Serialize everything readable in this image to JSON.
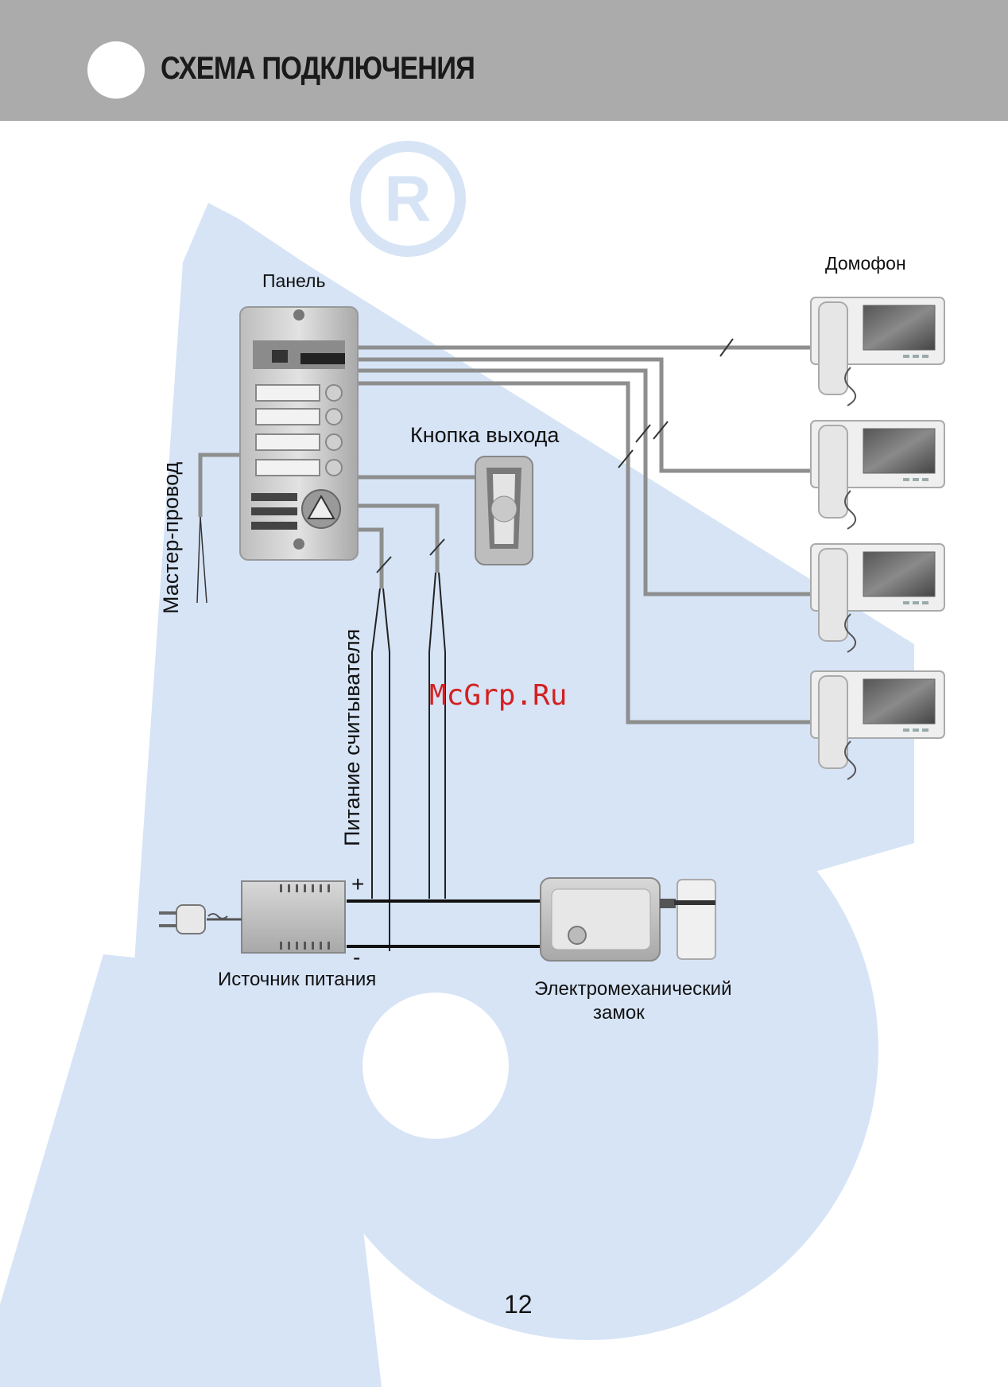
{
  "header": {
    "title": "СХЕМА ПОДКЛЮЧЕНИЯ"
  },
  "labels": {
    "panel": "Панель",
    "intercom": "Домофон",
    "exit_button": "Кнопка выхода",
    "master_wire": "Мастер-провод",
    "reader_power": "Питание считывателя",
    "power_supply": "Источник питания",
    "plus": "+",
    "minus": "-",
    "lock_line1": "Электромеханический",
    "lock_line2": "замок"
  },
  "watermark": "McGrp.Ru",
  "page_number": "12",
  "colors": {
    "header_bg": "#ababab",
    "background_logo": "#d6e4f6",
    "wire": "#8e8e8e",
    "watermark": "#d32020"
  }
}
